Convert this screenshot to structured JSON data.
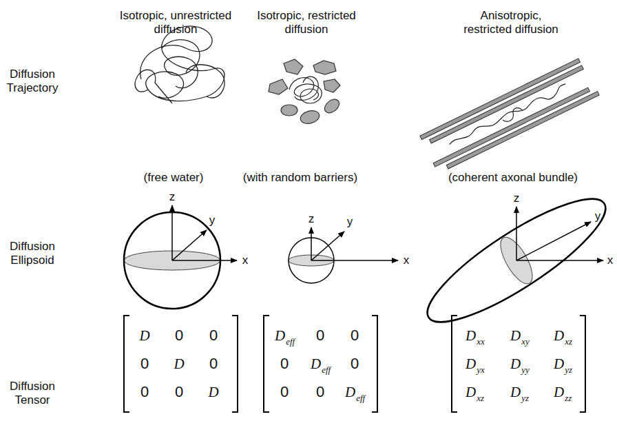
{
  "diagram": {
    "labels": [
      "Isotropic, unrestricted diffusion",
      "Isotropic, restricted diffusion",
      "Anisotropic, restricted diffusion",
      "Diffusion Trajectory",
      "(free water)",
      "(with random barriers)",
      "(coherent axonal bundle)",
      "Diffusion Ellipsoid",
      "z",
      "y",
      "x",
      "z",
      "y",
      "x",
      "z",
      "y",
      "x",
      "Diffusion Tensor",
      "D",
      "0",
      "0",
      "0",
      "D",
      "0",
      "0",
      "0",
      "D",
      "D",
      "eff",
      "0",
      "0",
      "0",
      "D",
      "eff",
      "0",
      "0",
      "0",
      "D",
      "eff",
      "D",
      "xx",
      "D",
      "xy",
      "D",
      "xz",
      "D",
      "yx",
      "D",
      "yy",
      "D",
      "yz",
      "D",
      "xz",
      "D",
      "yz",
      "D",
      "zz"
    ]
  }
}
